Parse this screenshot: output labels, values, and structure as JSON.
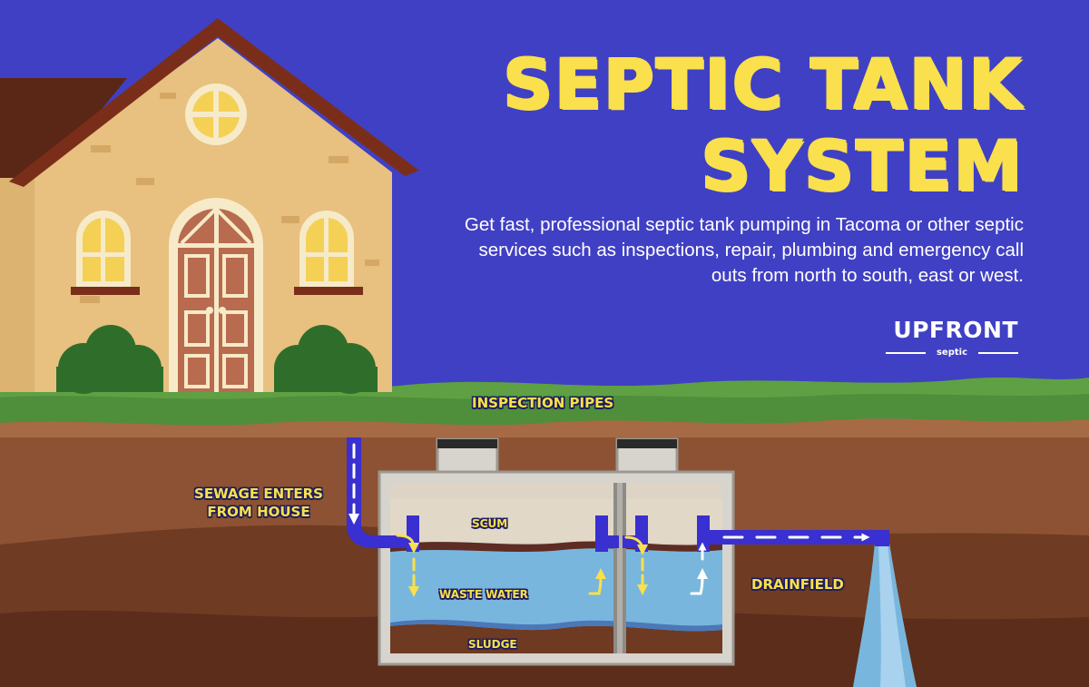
{
  "header": {
    "title_line1": "SEPTIC TANK",
    "title_line2": "SYSTEM",
    "description": "Get fast, professional septic tank pumping in Tacoma or other septic services such as inspections, repair, plumbing and emergency call outs from north to south, east or west."
  },
  "brand": {
    "name": "UPFRONT",
    "tagline": "septic"
  },
  "labels": {
    "inspection_pipes": "INSPECTION PIPES",
    "sewage_line1": "SEWAGE ENTERS",
    "sewage_line2": "FROM HOUSE",
    "scum": "SCUM",
    "waste_water": "WASTE WATER",
    "sludge": "SLUDGE",
    "drainfield": "DRAINFIELD"
  },
  "colors": {
    "sky": "#4040c4",
    "title": "#f9e04c",
    "grass": "#4f8e3a",
    "soil_top": "#a66a45",
    "soil_deep": "#5c2d1b",
    "water": "#79b6dd",
    "pipe": "#3a2fd0",
    "house_wall": "#e8c07f",
    "roof": "#7a2e1a"
  }
}
